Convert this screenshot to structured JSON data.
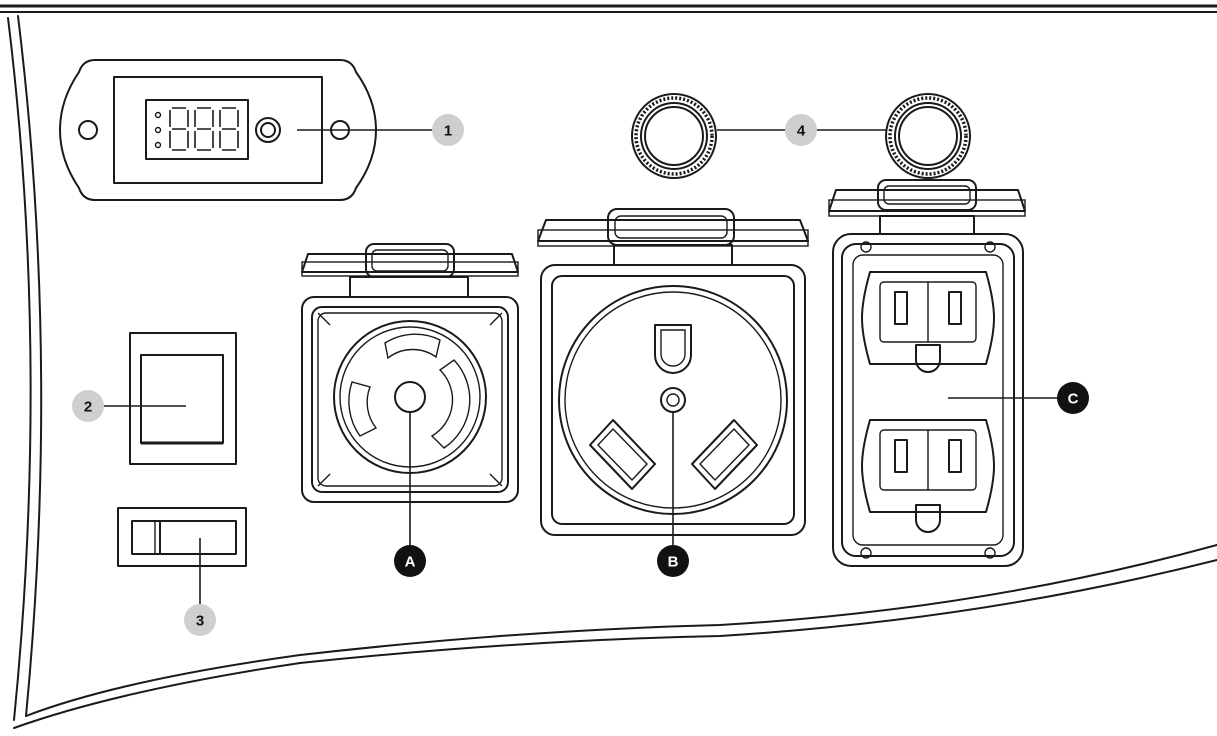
{
  "callouts": {
    "c1": {
      "label": "1"
    },
    "c2": {
      "label": "2"
    },
    "c3": {
      "label": "3"
    },
    "c4": {
      "label": "4"
    },
    "cA": {
      "label": "A"
    },
    "cB": {
      "label": "B"
    },
    "cC": {
      "label": "C"
    }
  },
  "display": {
    "digits": "888"
  },
  "colors": {
    "line": "#1a1a1a",
    "callout_gray": "#cfcfcf",
    "callout_black": "#111111"
  }
}
